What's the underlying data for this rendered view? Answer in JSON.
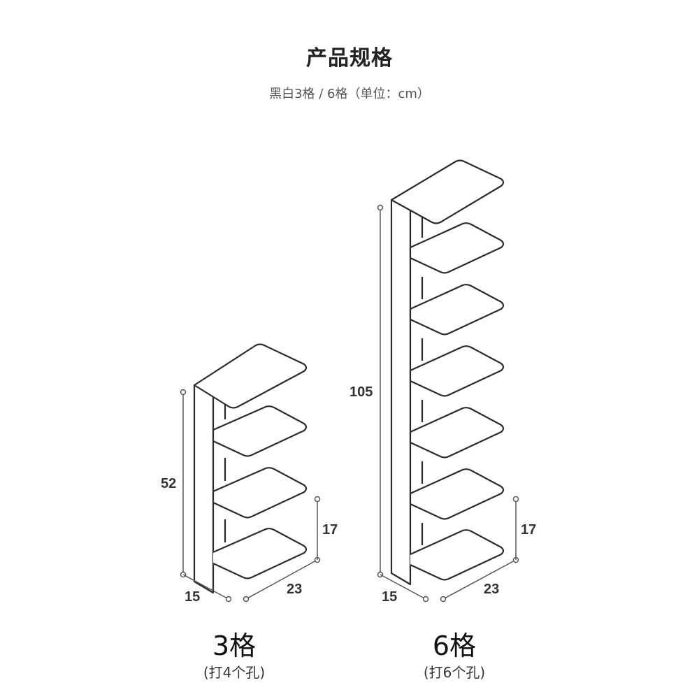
{
  "header": {
    "title": "产品规格",
    "subtitle": "黑白3格 / 6格（单位：cm）"
  },
  "products": [
    {
      "name": "3格",
      "note": "(打4个孔)",
      "dims": {
        "height": "52",
        "depth": "15",
        "width": "23",
        "spacing": "17"
      },
      "shelves": 4
    },
    {
      "name": "6格",
      "note": "(打6个孔)",
      "dims": {
        "height": "105",
        "depth": "15",
        "width": "23",
        "spacing": "17"
      },
      "shelves": 7
    }
  ]
}
